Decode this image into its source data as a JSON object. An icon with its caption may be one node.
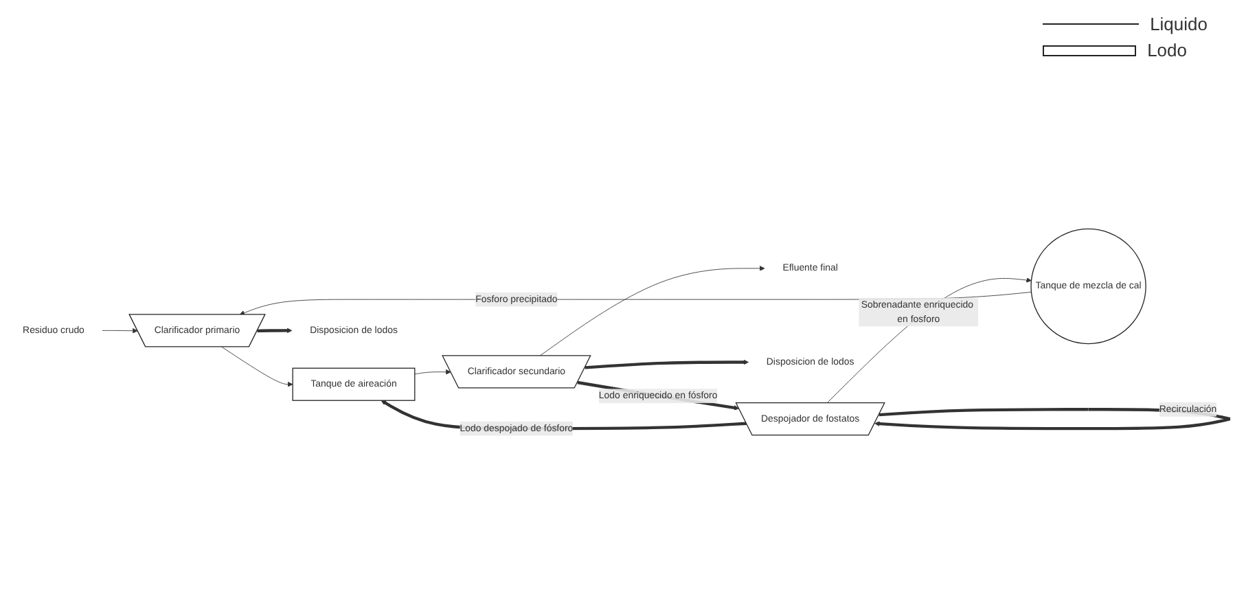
{
  "diagram": {
    "nodes": [
      {
        "text": [
          "Residuo crudo"
        ]
      },
      {
        "text": [
          "Clarificador primario"
        ]
      },
      {
        "text": [
          "Tanque de aireación"
        ]
      },
      {
        "text": [
          "Clarificador secundario"
        ]
      },
      {
        "text": [
          "Efluente final"
        ]
      },
      {
        "text": [
          "Tanque de mezcla de cal"
        ]
      },
      {
        "text": [
          "Despojador de fostatos"
        ]
      },
      {
        "text": [
          "Disposicion de lodos"
        ]
      },
      {
        "text": [
          "Disposicion de lodos"
        ]
      }
    ],
    "edges": [
      {
        "from": 0,
        "to": 1,
        "arrow": "to"
      },
      {
        "from": 1,
        "to": 2,
        "arrow": "to"
      },
      {
        "from": 2,
        "to": 3,
        "arrow": "to"
      },
      {
        "from": 3,
        "to": 4,
        "arrow": "to"
      },
      {
        "from": 1,
        "to": 7,
        "arrow": "to",
        "style": "thick"
      },
      {
        "from": 3,
        "to": 6,
        "label": "Lodo enriquecido en fósforo",
        "arrow": "to",
        "style": "thick"
      },
      {
        "from": 3,
        "to": 8,
        "arrow": "to",
        "style": "thick"
      },
      {
        "from": 6,
        "to": 5,
        "label": "Sobrenadante enriquecido en fosforo",
        "arrow": "to"
      },
      {
        "from": 5,
        "to": 1,
        "label": "Fosforo precipitado",
        "arrow": "to"
      },
      {
        "from": 6,
        "to": 2,
        "label": "Lodo despojado de fósforo",
        "arrow": "to",
        "style": "thick"
      },
      {
        "from": 6,
        "to": 6,
        "label": "Recirculación",
        "arrow": "to",
        "style": "thick"
      }
    ],
    "legend": [
      {
        "text": "Liquido"
      },
      {
        "text": "Lodo"
      }
    ]
  }
}
